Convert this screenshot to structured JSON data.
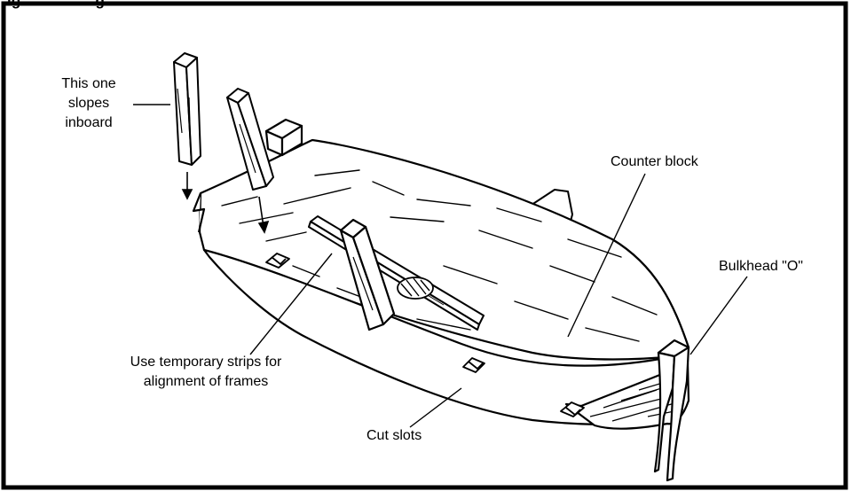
{
  "figure": {
    "title_fragment": "ig",
    "title_fragment_2": "g",
    "labels": {
      "slopes_line1": "This one",
      "slopes_line2": "slopes",
      "slopes_line3": "inboard",
      "counter_block": "Counter block",
      "bulkhead": "Bulkhead \"O\"",
      "temp_line1": "Use temporary strips for",
      "temp_line2": "alignment of frames",
      "cut_slots": "Cut slots"
    }
  }
}
